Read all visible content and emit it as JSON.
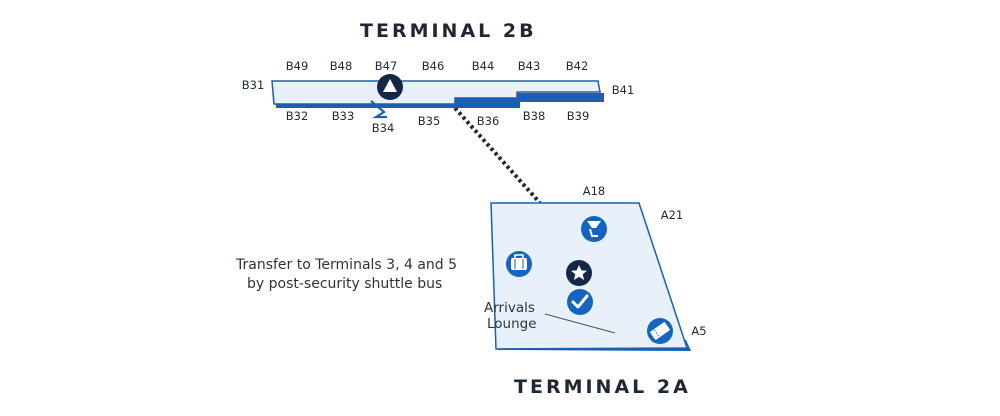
{
  "map": {
    "terminal_2b": {
      "title": "TERMINAL 2B",
      "gates_top": [
        "B49",
        "B48",
        "B47",
        "B46",
        "B44",
        "B43",
        "B42"
      ],
      "gates_bottom": [
        "B32",
        "B33",
        "B34",
        "B35",
        "B36",
        "B38",
        "B39"
      ],
      "gate_left": "B31",
      "gate_right": "B41"
    },
    "terminal_2a": {
      "title": "TERMINAL 2A",
      "gates": [
        "A18",
        "A21",
        "A5"
      ],
      "lounge_label_line1": "Arrivals",
      "lounge_label_line2": "Lounge"
    },
    "transfer_note": {
      "line1": "Transfer to Terminals 3, 4 and 5",
      "line2": "by post-security shuttle bus"
    },
    "icons": [
      "gate-marker-triangle-icon",
      "baggage-icon",
      "lounge-star-icon",
      "security-checkmark-icon",
      "restroom-icon",
      "ticket-icon"
    ],
    "colors": {
      "terminal_fill": "#e8f0fa",
      "terminal_border": "#1a5fb4",
      "icon_blue": "#1565c0",
      "icon_navy": "#152748",
      "connector": "#1e2733"
    }
  }
}
